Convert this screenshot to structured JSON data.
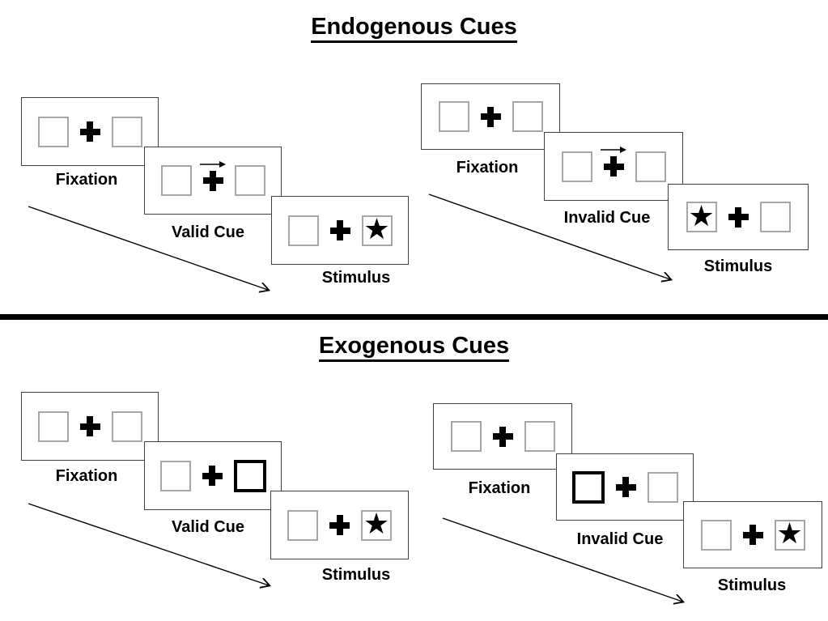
{
  "figure": {
    "icons": {
      "star": "★"
    },
    "colors": {
      "background": "#ffffff",
      "ink": "#000000",
      "panel_border": "#3f3f3f",
      "box_border": "#a6a6a6",
      "bold_cue_border": "#000000"
    },
    "sections": [
      {
        "title": "Endogenous Cues",
        "sequences": [
          {
            "name": "valid",
            "panels": [
              {
                "label": "Fixation",
                "left_box": "empty",
                "right_box": "empty",
                "cue": "none"
              },
              {
                "label": "Valid Cue",
                "left_box": "empty",
                "right_box": "empty",
                "cue": "right-arrow-above-fixation-cross"
              },
              {
                "label": "Stimulus",
                "left_box": "empty",
                "right_box": "star",
                "cue": "none"
              }
            ]
          },
          {
            "name": "invalid",
            "panels": [
              {
                "label": "Fixation",
                "left_box": "empty",
                "right_box": "empty",
                "cue": "none"
              },
              {
                "label": "Invalid Cue",
                "left_box": "empty",
                "right_box": "empty",
                "cue": "right-arrow-above-fixation-cross"
              },
              {
                "label": "Stimulus",
                "left_box": "star",
                "right_box": "empty",
                "cue": "none"
              }
            ]
          }
        ]
      },
      {
        "title": "Exogenous Cues",
        "sequences": [
          {
            "name": "valid",
            "panels": [
              {
                "label": "Fixation",
                "left_box": "empty",
                "right_box": "empty",
                "cue": "none"
              },
              {
                "label": "Valid Cue",
                "left_box": "empty",
                "right_box": "bold-outline",
                "cue": "bold-box-right"
              },
              {
                "label": "Stimulus",
                "left_box": "empty",
                "right_box": "star",
                "cue": "none"
              }
            ]
          },
          {
            "name": "invalid",
            "panels": [
              {
                "label": "Fixation",
                "left_box": "empty",
                "right_box": "empty",
                "cue": "none"
              },
              {
                "label": "Invalid Cue",
                "left_box": "bold-outline",
                "right_box": "empty",
                "cue": "bold-box-left"
              },
              {
                "label": "Stimulus",
                "left_box": "empty",
                "right_box": "star",
                "cue": "none"
              }
            ]
          }
        ]
      }
    ]
  }
}
